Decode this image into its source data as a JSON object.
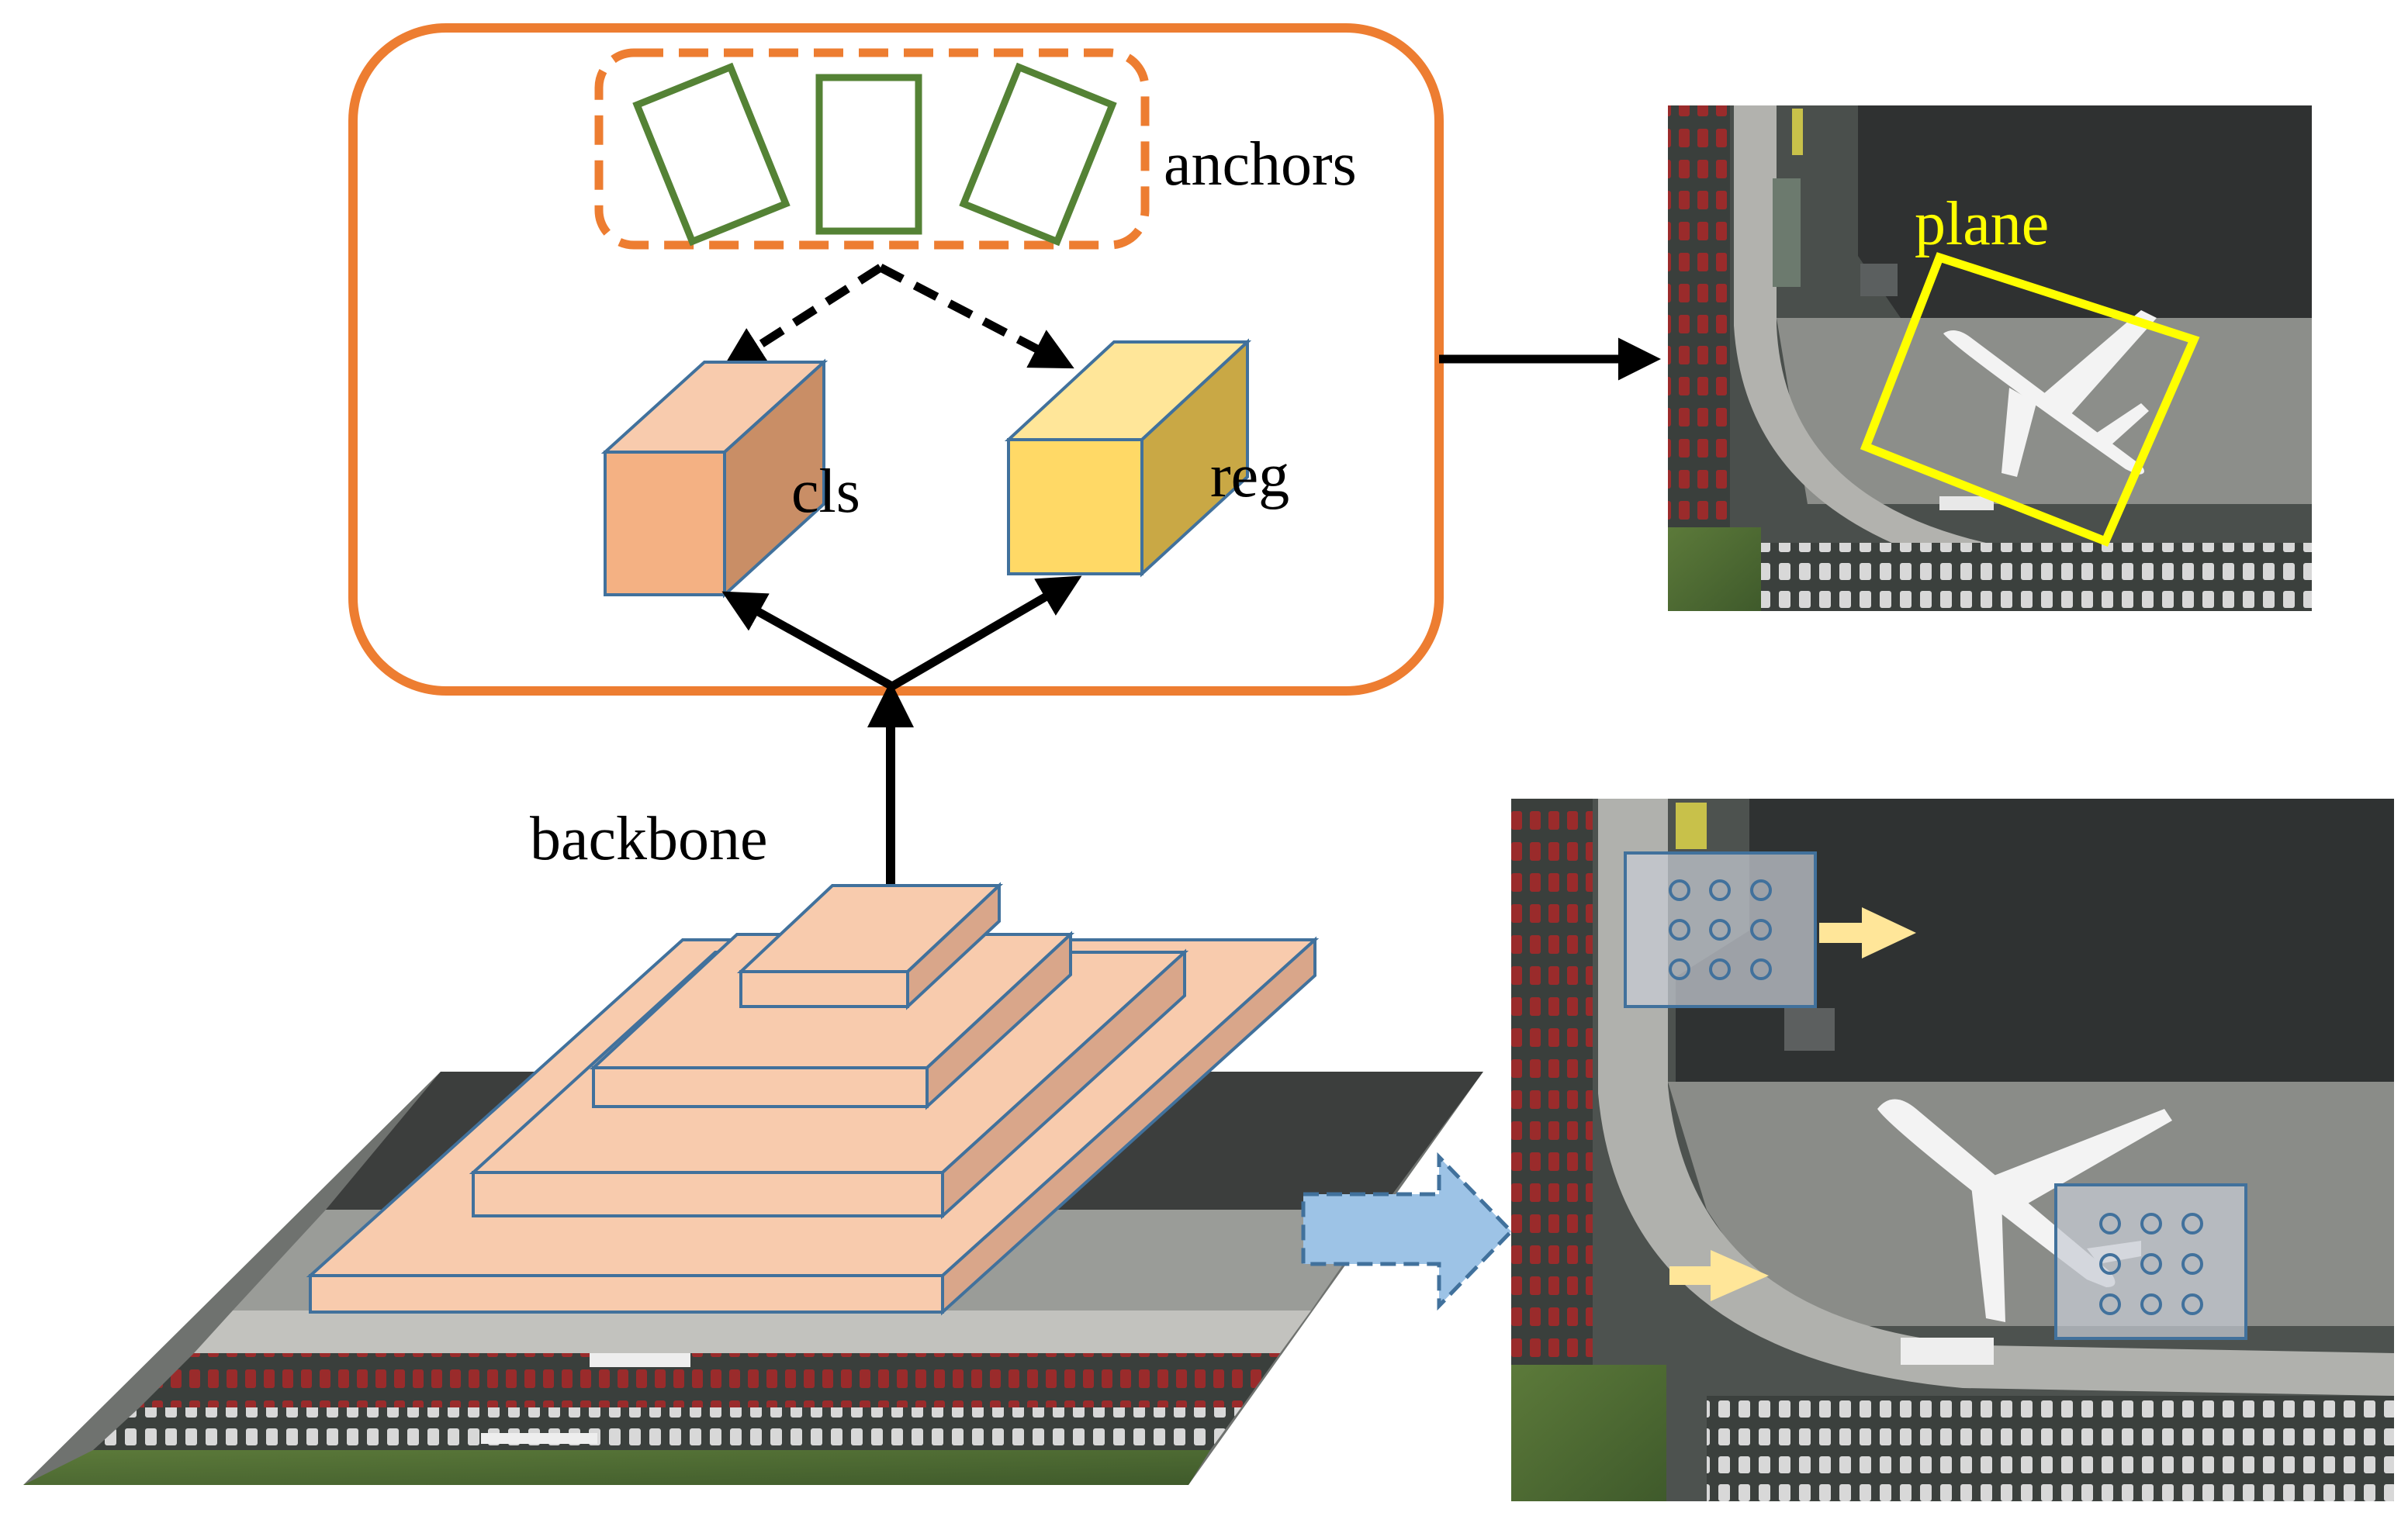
{
  "labels": {
    "anchors": "anchors",
    "cls": "cls",
    "reg": "reg",
    "backbone": "backbone",
    "plane": "plane"
  },
  "colors": {
    "head_box_border": "#ED7D31",
    "anchor_box_stroke": "#548235",
    "cls_block_front": "#F4B183",
    "cls_block_side": "#D6966B",
    "reg_block_front": "#FFD966",
    "reg_block_side": "#D4B04A",
    "block_edge": "#41719C",
    "pyramid_face": "#F8CBAD",
    "pyramid_side": "#D9A68A",
    "plane_box": "#FFFF00",
    "feature_arrow": "#9DC3E6",
    "sampling_arrow": "#FFE699"
  },
  "icons": {
    "main_image": "aerial-airport-image",
    "detection_image": "detection-result-image",
    "feature_flow_arrow": "block-arrow-right-icon"
  }
}
